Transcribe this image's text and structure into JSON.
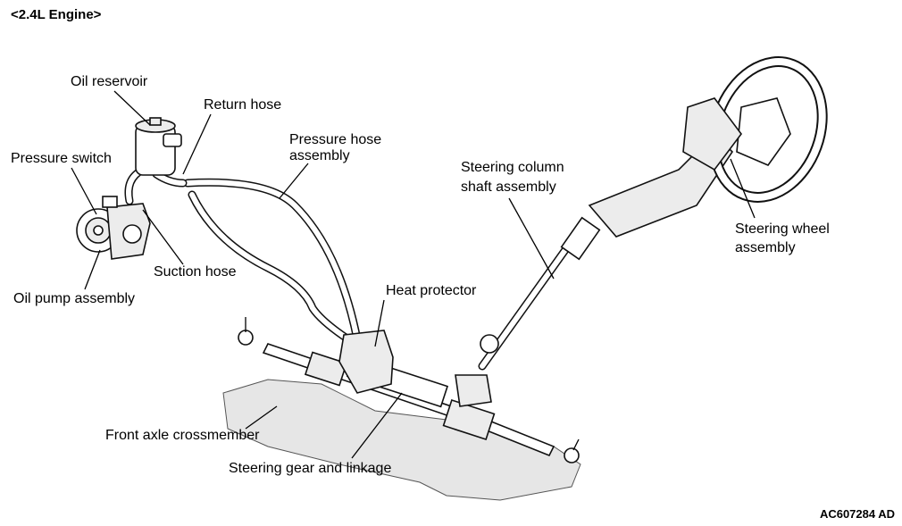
{
  "header": "<2.4L Engine>",
  "code": "AC607284 AD",
  "labels": {
    "oil_reservoir": "Oil reservoir",
    "return_hose": "Return hose",
    "pressure_hose_1": "Pressure hose",
    "pressure_hose_2": "assembly",
    "pressure_switch": "Pressure switch",
    "steering_column_1": "Steering column",
    "steering_column_2": "shaft assembly",
    "steering_wheel_1": "Steering wheel",
    "steering_wheel_2": "assembly",
    "suction_hose": "Suction hose",
    "oil_pump": "Oil pump assembly",
    "heat_protector": "Heat protector",
    "front_axle": "Front axle crossmember",
    "steering_gear": "Steering gear and linkage"
  }
}
